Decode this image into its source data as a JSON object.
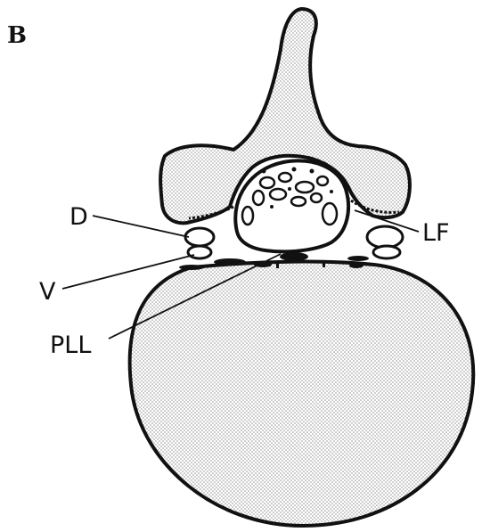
{
  "figure": {
    "panel_letter": "B",
    "labels": {
      "D": "D",
      "V": "V",
      "PLL": "PLL",
      "LF": "LF"
    }
  },
  "colors": {
    "ink": "#111111",
    "stipple": "#9a9a9a",
    "background": "#ffffff"
  }
}
